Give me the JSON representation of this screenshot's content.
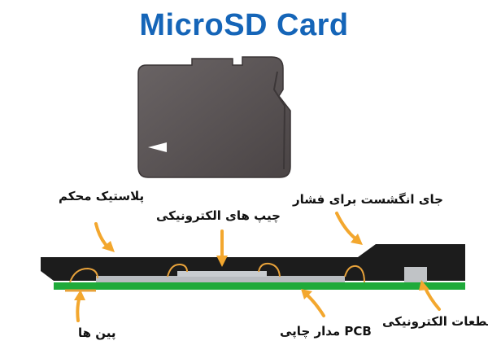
{
  "title": "MicroSD Card",
  "labels": {
    "plastic": "پلاستیک محکم",
    "chips": "چیپ های الکترونیکی",
    "finger_grip": "جای انگشست برای فشار",
    "pins": "پین ها",
    "pcb": "مدار چاپی PCB",
    "components": "قطعات الکترونیکی"
  },
  "colors": {
    "title": "#1565b8",
    "card_body": "#565051",
    "plastic_shell": "#1c1c1c",
    "pcb": "#1faa3a",
    "chip": "#b8bcc0",
    "arrow": "#f3a72e"
  }
}
